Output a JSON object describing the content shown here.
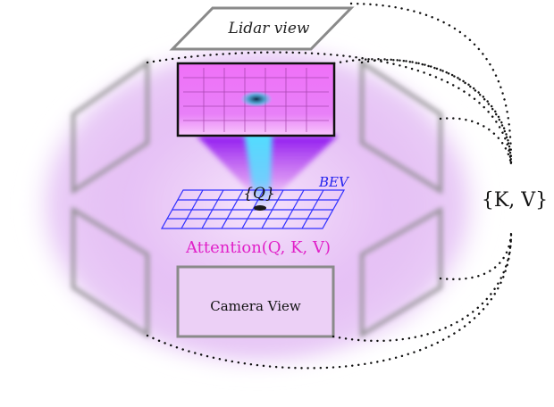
{
  "labels": {
    "lidar_view": "Lidar view",
    "bev": "BEV",
    "query": "{Q}",
    "attention": "Attention(Q, K, V)",
    "key_value": "{K, V}",
    "camera_view": "Camera View"
  },
  "colors": {
    "glow": "#c060f0",
    "frame_gray": "#808080",
    "lidar_map": "#e040f0",
    "cone": "#9020f0",
    "beam": "#40ffff",
    "bev_grid": "#3030ff",
    "attention_text": "#e020c8",
    "dotted_link": "#111111"
  }
}
